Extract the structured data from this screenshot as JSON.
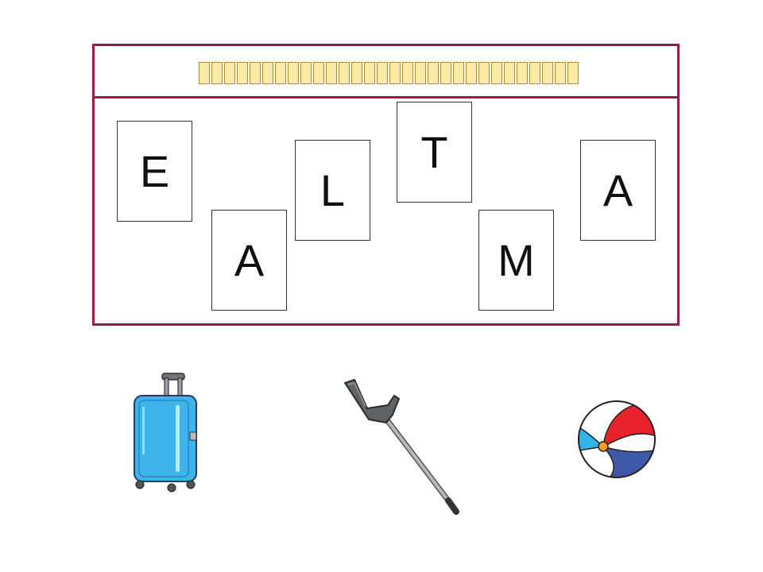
{
  "answer": {
    "slot_count": 30
  },
  "tiles": [
    {
      "letter": "E"
    },
    {
      "letter": "A"
    },
    {
      "letter": "L"
    },
    {
      "letter": "T"
    },
    {
      "letter": "M"
    },
    {
      "letter": "A"
    }
  ],
  "pictures": [
    {
      "icon": "suitcase-icon"
    },
    {
      "icon": "crutch-icon"
    },
    {
      "icon": "beach-ball-icon"
    }
  ],
  "colors": {
    "board_border": "#9b1b42",
    "slot_fill": "#fbe9a6",
    "slot_border": "#b58b3a",
    "suitcase": "#3fb4ea",
    "ball_red": "#e8232b",
    "ball_blue": "#3d59a8",
    "ball_cyan": "#33b3e8",
    "ball_center": "#f59a1f"
  }
}
